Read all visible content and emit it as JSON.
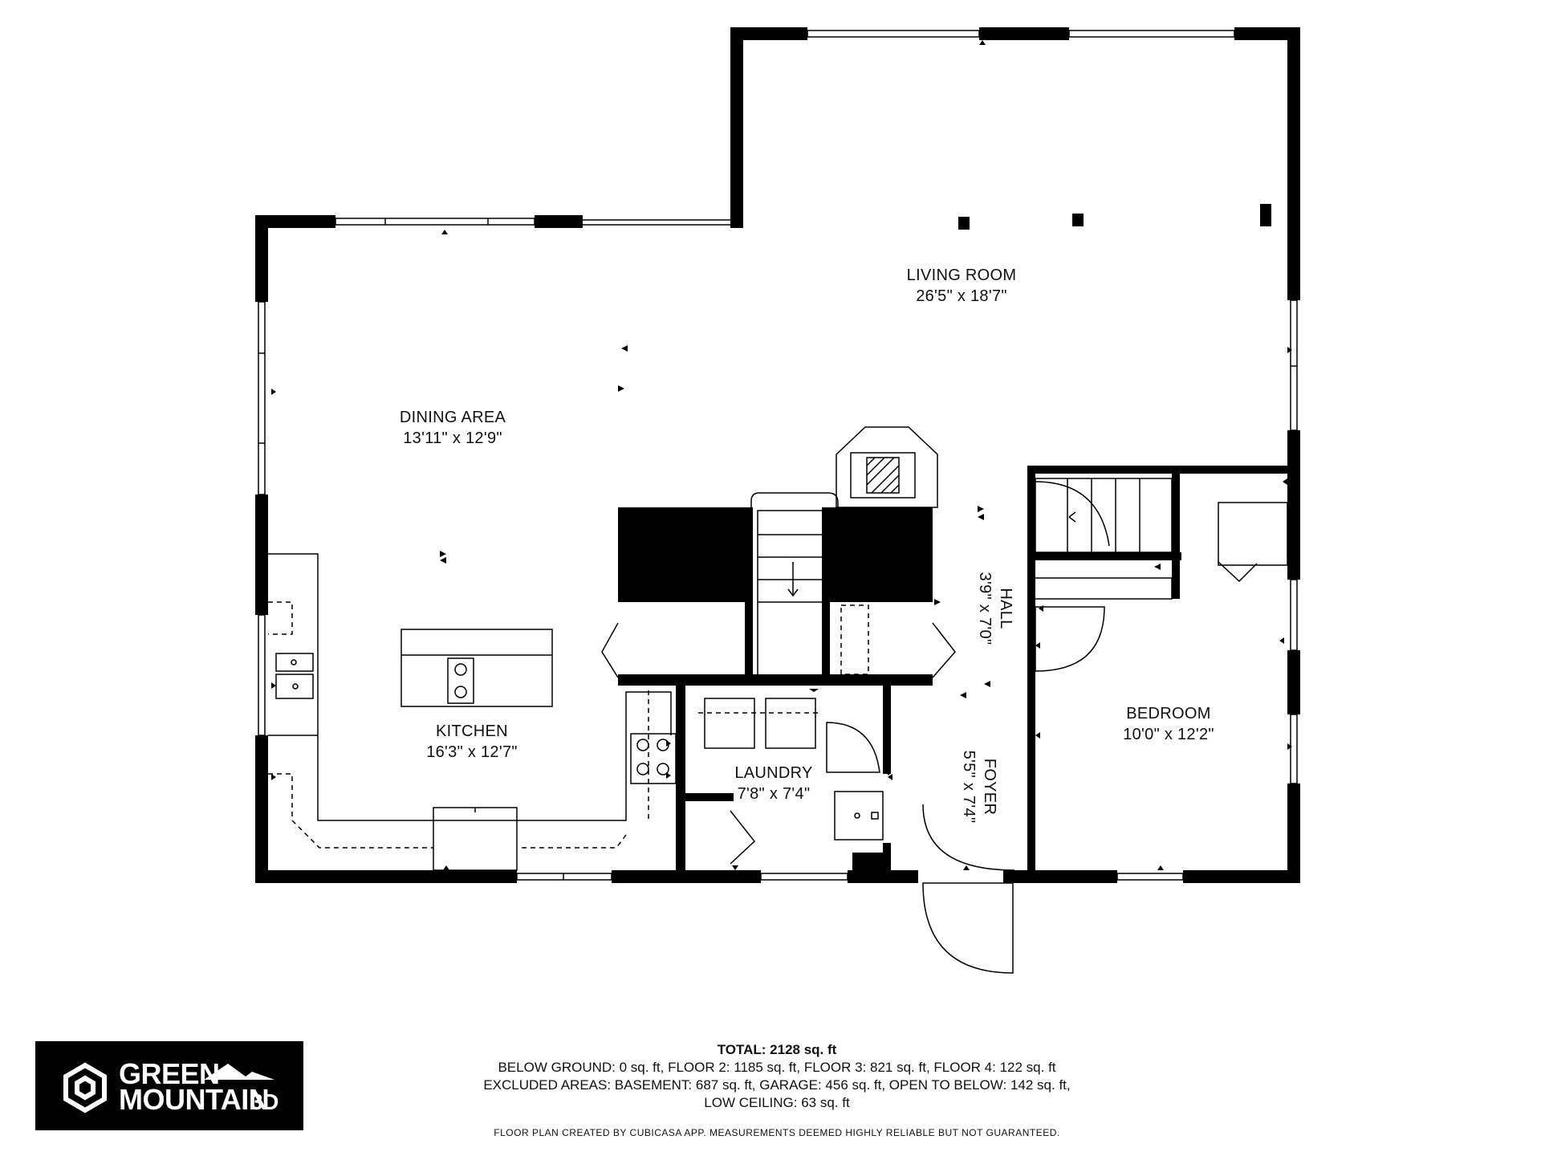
{
  "rooms": {
    "living": {
      "name": "LIVING ROOM",
      "dims": "26'5\" x 18'7\""
    },
    "dining": {
      "name": "DINING AREA",
      "dims": "13'11\" x 12'9\""
    },
    "kitchen": {
      "name": "KITCHEN",
      "dims": "16'3\" x 12'7\""
    },
    "laundry": {
      "name": "LAUNDRY",
      "dims": "7'8\" x 7'4\""
    },
    "bedroom": {
      "name": "BEDROOM",
      "dims": "10'0\" x 12'2\""
    },
    "hall": {
      "name": "HALL",
      "dims": "3'9\" x 7'0\""
    },
    "foyer": {
      "name": "FOYER",
      "dims": "5'5\" x 7'4\""
    }
  },
  "logo": {
    "line1": "GREEN",
    "line2": "MOUNTAIN",
    "suffix": "3D"
  },
  "summary": {
    "total": "TOTAL: 2128 sq. ft",
    "line1": "BELOW GROUND: 0 sq. ft, FLOOR 2: 1185 sq. ft, FLOOR 3: 821 sq. ft, FLOOR 4: 122 sq. ft",
    "line2": "EXCLUDED AREAS: BASEMENT: 687 sq. ft, GARAGE: 456 sq. ft, OPEN TO BELOW: 142 sq. ft,",
    "line3": "LOW CEILING: 63 sq. ft"
  },
  "footer": "FLOOR PLAN CREATED BY CUBICASA APP. MEASUREMENTS DEEMED HIGHLY RELIABLE BUT NOT GUARANTEED.",
  "colors": {
    "wall": "#000000",
    "background": "#ffffff",
    "logo_bg": "#000000"
  }
}
